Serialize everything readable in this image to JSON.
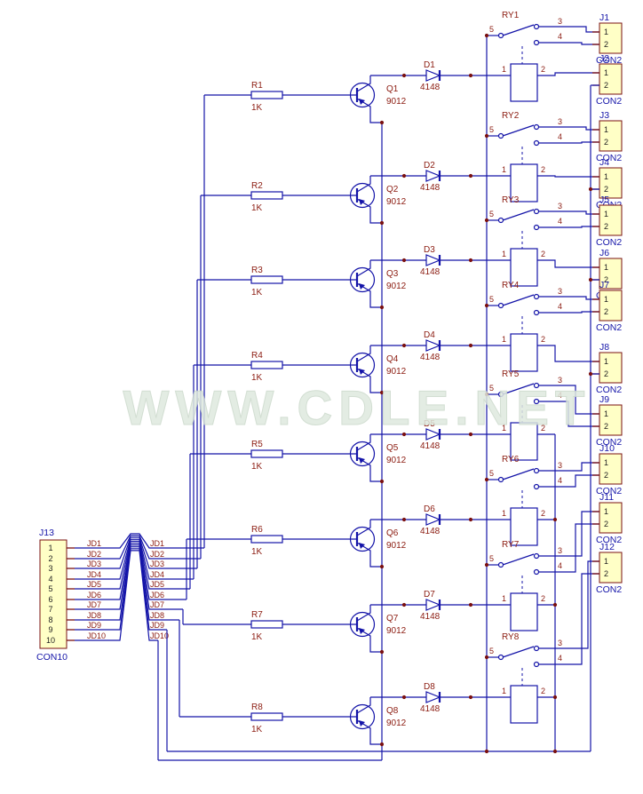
{
  "watermark": "WWW.CDLE.NET",
  "input_connector": {
    "label": "J13",
    "type": "CON10",
    "pins": [
      "1",
      "2",
      "3",
      "4",
      "5",
      "6",
      "7",
      "8",
      "9",
      "10"
    ],
    "signals": [
      "JD1",
      "JD2",
      "JD3",
      "JD4",
      "JD5",
      "JD6",
      "JD7",
      "JD8",
      "JD9",
      "JD10"
    ]
  },
  "relay_pins": {
    "coil_left": "1",
    "coil_right": "2",
    "nc": "3",
    "no": "4",
    "common": "5"
  },
  "channels": [
    {
      "resistor": {
        "ref": "R1",
        "value": "1K"
      },
      "transistor": {
        "ref": "Q1",
        "value": "9012"
      },
      "diode": {
        "ref": "D1",
        "value": "4148"
      },
      "relay": {
        "ref": "RY1"
      }
    },
    {
      "resistor": {
        "ref": "R2",
        "value": "1K"
      },
      "transistor": {
        "ref": "Q2",
        "value": "9012"
      },
      "diode": {
        "ref": "D2",
        "value": "4148"
      },
      "relay": {
        "ref": "RY2"
      }
    },
    {
      "resistor": {
        "ref": "R3",
        "value": "1K"
      },
      "transistor": {
        "ref": "Q3",
        "value": "9012"
      },
      "diode": {
        "ref": "D3",
        "value": "4148"
      },
      "relay": {
        "ref": "RY3"
      }
    },
    {
      "resistor": {
        "ref": "R4",
        "value": "1K"
      },
      "transistor": {
        "ref": "Q4",
        "value": "9012"
      },
      "diode": {
        "ref": "D4",
        "value": "4148"
      },
      "relay": {
        "ref": "RY4"
      }
    },
    {
      "resistor": {
        "ref": "R5",
        "value": "1K"
      },
      "transistor": {
        "ref": "Q5",
        "value": "9012"
      },
      "diode": {
        "ref": "D5",
        "value": "4148"
      },
      "relay": {
        "ref": "RY5"
      }
    },
    {
      "resistor": {
        "ref": "R6",
        "value": "1K"
      },
      "transistor": {
        "ref": "Q6",
        "value": "9012"
      },
      "diode": {
        "ref": "D6",
        "value": "4148"
      },
      "relay": {
        "ref": "RY6"
      }
    },
    {
      "resistor": {
        "ref": "R7",
        "value": "1K"
      },
      "transistor": {
        "ref": "Q7",
        "value": "9012"
      },
      "diode": {
        "ref": "D7",
        "value": "4148"
      },
      "relay": {
        "ref": "RY7"
      }
    },
    {
      "resistor": {
        "ref": "R8",
        "value": "1K"
      },
      "transistor": {
        "ref": "Q8",
        "value": "9012"
      },
      "diode": {
        "ref": "D8",
        "value": "4148"
      },
      "relay": {
        "ref": "RY8"
      }
    }
  ],
  "output_connectors": [
    {
      "label": "J1",
      "type": "CON2",
      "pins": [
        "1",
        "2"
      ]
    },
    {
      "label": "J2",
      "type": "CON2",
      "pins": [
        "1",
        "2"
      ]
    },
    {
      "label": "J3",
      "type": "CON2",
      "pins": [
        "1",
        "2"
      ]
    },
    {
      "label": "J4",
      "type": "CON2",
      "pins": [
        "1",
        "2"
      ]
    },
    {
      "label": "J5",
      "type": "CON2",
      "pins": [
        "1",
        "2"
      ]
    },
    {
      "label": "J6",
      "type": "CON2",
      "pins": [
        "1",
        "2"
      ]
    },
    {
      "label": "J7",
      "type": "CON2",
      "pins": [
        "1",
        "2"
      ]
    },
    {
      "label": "J8",
      "type": "CON2",
      "pins": [
        "1",
        "2"
      ]
    },
    {
      "label": "J9",
      "type": "CON2",
      "pins": [
        "1",
        "2"
      ]
    },
    {
      "label": "J10",
      "type": "CON2",
      "pins": [
        "1",
        "2"
      ]
    },
    {
      "label": "J11",
      "type": "CON2",
      "pins": [
        "1",
        "2"
      ]
    },
    {
      "label": "J12",
      "type": "CON2",
      "pins": [
        "1",
        "2"
      ]
    }
  ],
  "colors": {
    "wire": "#1414A8",
    "designator": "#8B1B10",
    "junction": "#7A1010",
    "connector_fill": "#FFFFC6",
    "connector_border": "#7A1010",
    "watermark": "#DFE9DF"
  }
}
